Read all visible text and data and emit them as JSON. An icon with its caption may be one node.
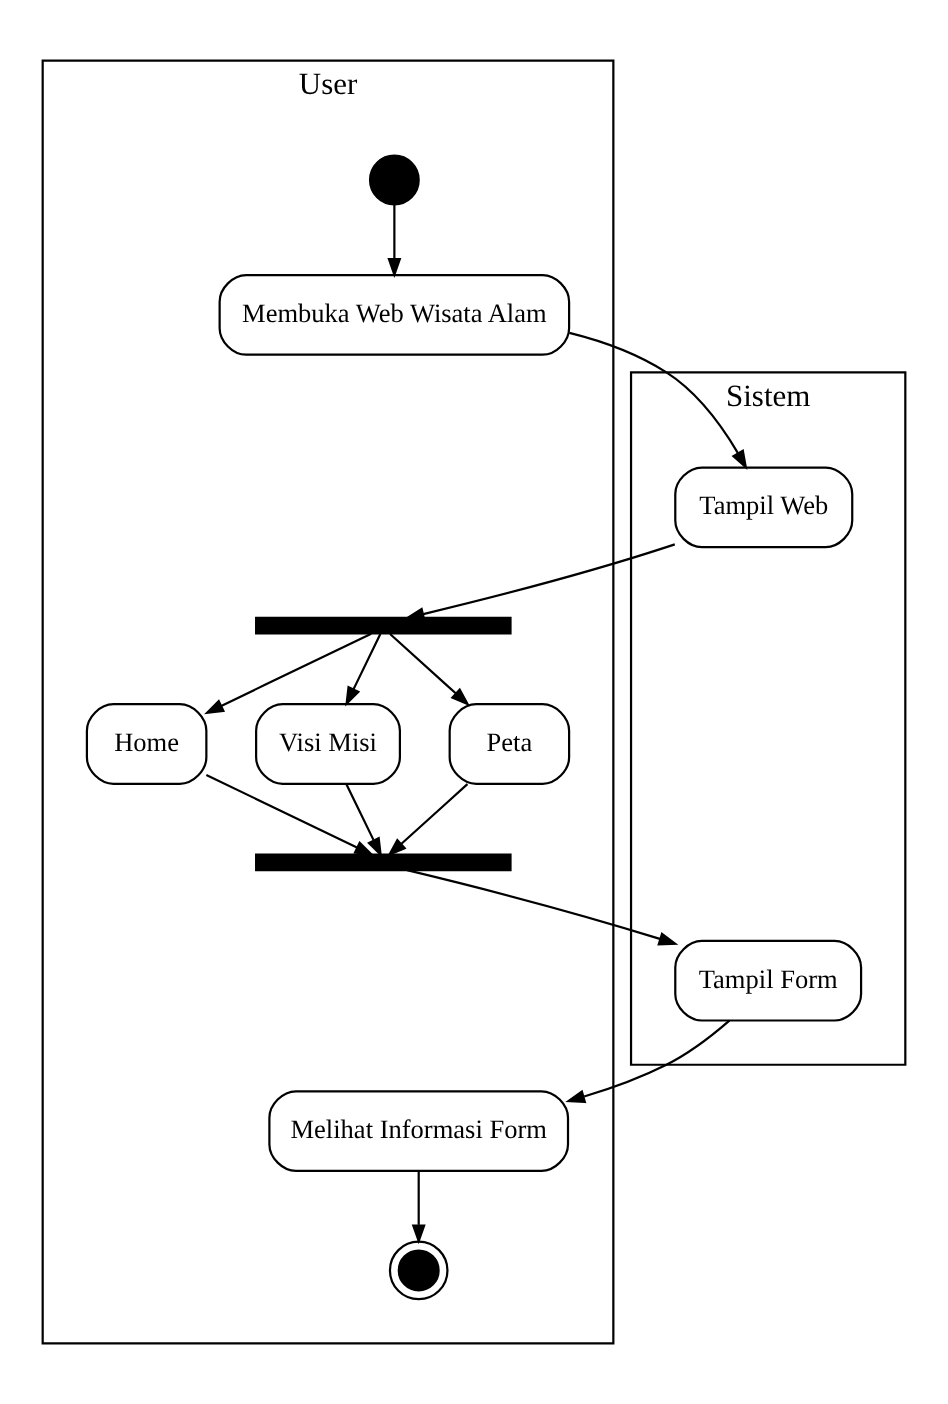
{
  "diagram": {
    "nodes": [
      {
        "text": [
          "User"
        ]
      },
      {
        "text": [
          "Sistem"
        ]
      },
      {
        "text": [],
        "shape": "circle",
        "in": 0
      },
      {
        "text": [
          "Membuka Web Wisata Alam"
        ],
        "in": 0
      },
      {
        "text": [
          "Tampil Web"
        ],
        "in": 1
      },
      {
        "text": [],
        "shape": "bar",
        "in": 0
      },
      {
        "text": [
          "Home"
        ],
        "in": 0
      },
      {
        "text": [
          "Visi Misi"
        ],
        "in": 0
      },
      {
        "text": [
          "Peta"
        ],
        "in": 0
      },
      {
        "text": [],
        "shape": "bar",
        "in": 0
      },
      {
        "text": [
          "Tampil Form"
        ],
        "in": 1
      },
      {
        "text": [
          "Melihat Informasi Form"
        ],
        "in": 0
      },
      {
        "text": [],
        "shape": "circle",
        "in": 0
      }
    ],
    "edges": [
      {
        "from": 2,
        "to": 3,
        "arrow": "to"
      },
      {
        "from": 3,
        "to": 4,
        "arrow": "to"
      },
      {
        "from": 4,
        "to": 5,
        "arrow": "to"
      },
      {
        "from": 5,
        "to": 6,
        "arrow": "to"
      },
      {
        "from": 5,
        "to": 7,
        "arrow": "to"
      },
      {
        "from": 5,
        "to": 8,
        "arrow": "to"
      },
      {
        "from": 6,
        "to": 9,
        "arrow": "to"
      },
      {
        "from": 7,
        "to": 9,
        "arrow": "to"
      },
      {
        "from": 8,
        "to": 9,
        "arrow": "to"
      },
      {
        "from": 9,
        "to": 10,
        "arrow": "to"
      },
      {
        "from": 10,
        "to": 11,
        "arrow": "to"
      },
      {
        "from": 11,
        "to": 12,
        "arrow": "to"
      }
    ]
  }
}
